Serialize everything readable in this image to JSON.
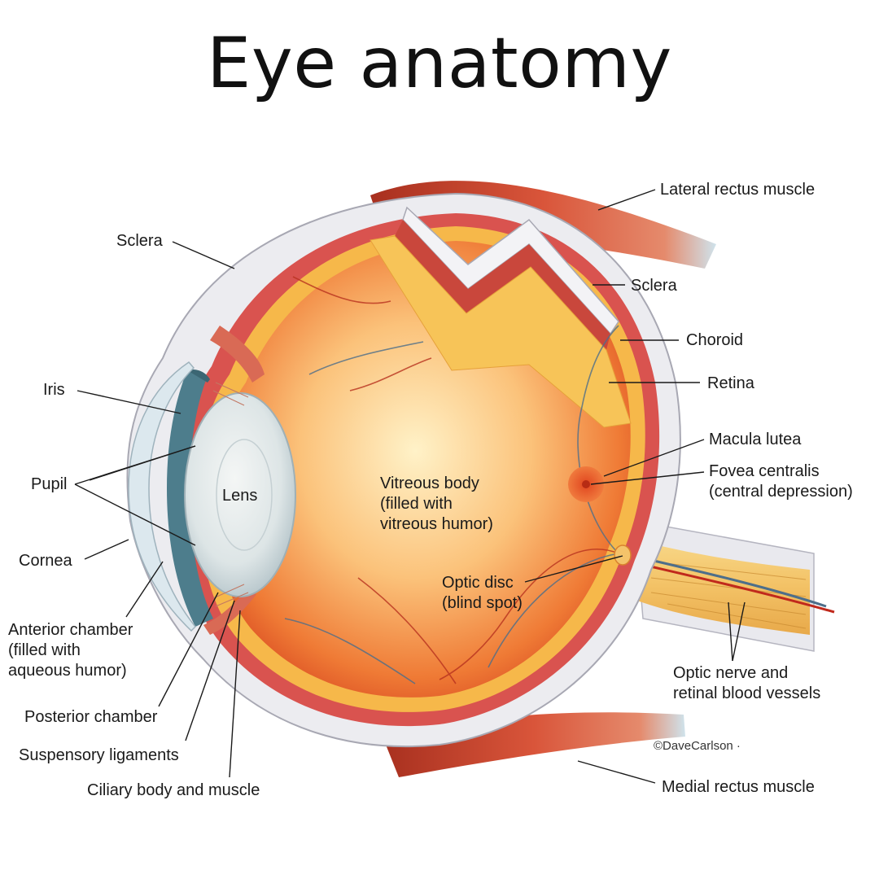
{
  "title": "Eye anatomy",
  "labels": {
    "lateral_rectus": "Lateral rectus muscle",
    "sclera_left": "Sclera",
    "sclera_right": "Sclera",
    "choroid": "Choroid",
    "retina": "Retina",
    "iris": "Iris",
    "macula": "Macula lutea",
    "fovea_1": "Fovea centralis",
    "fovea_2": "(central depression)",
    "pupil": "Pupil",
    "lens": "Lens",
    "vitreous_1": "Vitreous body",
    "vitreous_2": "(filled with",
    "vitreous_3": "vitreous humor)",
    "cornea": "Cornea",
    "optic_disc_1": "Optic disc",
    "optic_disc_2": "(blind spot)",
    "anterior_1": "Anterior chamber",
    "anterior_2": "(filled with",
    "anterior_3": "aqueous humor)",
    "optic_nerve_1": "Optic nerve and",
    "optic_nerve_2": "retinal blood vessels",
    "posterior": "Posterior chamber",
    "suspensory": "Suspensory ligaments",
    "ciliary": "Ciliary body and muscle",
    "medial_rectus": "Medial rectus muscle"
  },
  "credit": "©DaveCarlson ·",
  "colors": {
    "sclera": "#ececf0",
    "choroid": "#d9534f",
    "retina": "#f6b84a",
    "vitreous_center": "#fde0a8",
    "vitreous_edge": "#e8622d",
    "muscle": "#c8402a",
    "iris": "#4d7d8c",
    "lens": "#dfe6ea"
  }
}
